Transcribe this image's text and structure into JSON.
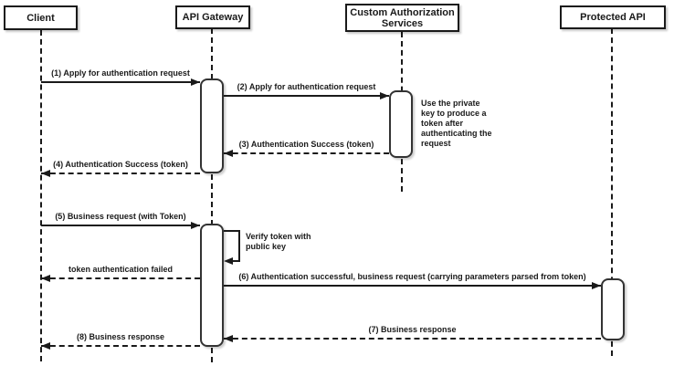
{
  "diagram": {
    "participants": [
      {
        "name": "Client"
      },
      {
        "name": "API Gateway"
      },
      {
        "name": "Custom Authorization Services"
      },
      {
        "name": "Protected API"
      }
    ],
    "messages": [
      {
        "label": "(1) Apply for authentication request",
        "type": "solid",
        "from": "Client",
        "to": "API Gateway"
      },
      {
        "label": "(2) Apply for authentication request",
        "type": "solid",
        "from": "API Gateway",
        "to": "Custom Authorization Services"
      },
      {
        "label": "(3) Authentication Success (token)",
        "type": "dashed",
        "from": "Custom Authorization Services",
        "to": "API Gateway"
      },
      {
        "label": "(4) Authentication Success (token)",
        "type": "dashed",
        "from": "API Gateway",
        "to": "Client"
      },
      {
        "label": "(5) Business request (with Token)",
        "type": "solid",
        "from": "Client",
        "to": "API Gateway"
      },
      {
        "label": "Verify token with public key",
        "type": "self",
        "from": "API Gateway",
        "to": "API Gateway"
      },
      {
        "label": "token authentication failed",
        "type": "dashed",
        "from": "API Gateway",
        "to": "Client"
      },
      {
        "label": "(6) Authentication successful, business request (carrying parameters parsed from token)",
        "type": "solid",
        "from": "API Gateway",
        "to": "Protected API"
      },
      {
        "label": "(7) Business response",
        "type": "dashed",
        "from": "Protected API",
        "to": "API Gateway"
      },
      {
        "label": "(8) Business response",
        "type": "dashed",
        "from": "API Gateway",
        "to": "Client"
      }
    ],
    "note": {
      "text": "Use the private key to produce a token after authenticating the request"
    },
    "colors": {
      "line": "#1a1a1a",
      "background": "#ffffff",
      "shape_fill": "#ffffff"
    }
  }
}
